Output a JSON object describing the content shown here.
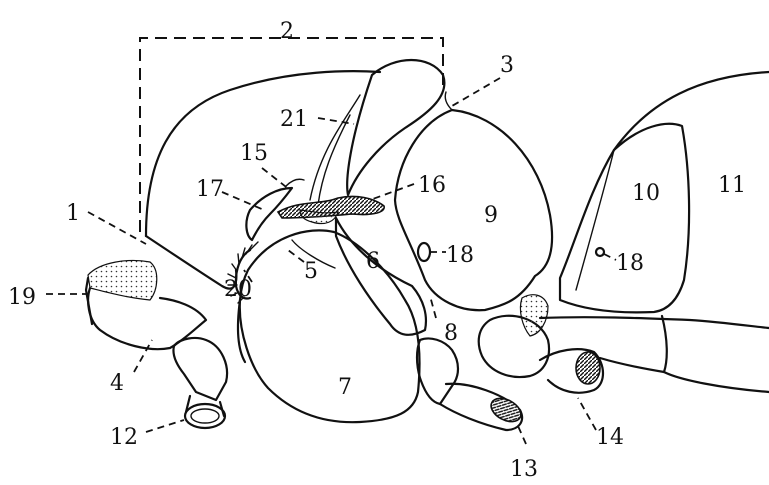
{
  "labels": {
    "l1": "1",
    "l2": "2",
    "l3": "3",
    "l4": "4",
    "l5": "5",
    "l6": "6",
    "l7": "7",
    "l8": "8",
    "l9": "9",
    "l10": "10",
    "l11": "11",
    "l12": "12",
    "l13": "13",
    "l14": "14",
    "l15": "15",
    "l16": "16",
    "l17": "17",
    "l18a": "18",
    "l18b": "18",
    "l19": "19",
    "l20": "20",
    "l21": "21"
  }
}
